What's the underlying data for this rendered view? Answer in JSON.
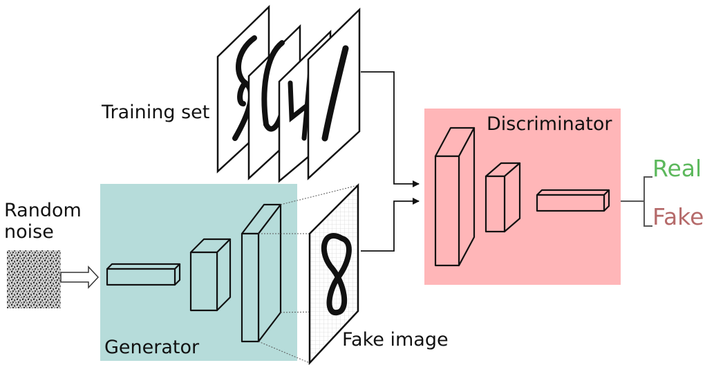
{
  "labels": {
    "training_set": "Training set",
    "random_noise_line1": "Random",
    "random_noise_line2": "noise",
    "generator": "Generator",
    "fake_image": "Fake image",
    "discriminator": "Discriminator",
    "real": "Real",
    "fake": "Fake"
  },
  "colors": {
    "generator_bg": "#b6dcda",
    "discriminator_bg": "#ffb6b8",
    "generator_block": "#b6dcda",
    "discriminator_block": "#ffb6b8",
    "real": "#5cb85c",
    "fake": "#b56a6a"
  },
  "training_digits": [
    "8",
    "0",
    "4",
    "1"
  ],
  "fake_digit": "8"
}
